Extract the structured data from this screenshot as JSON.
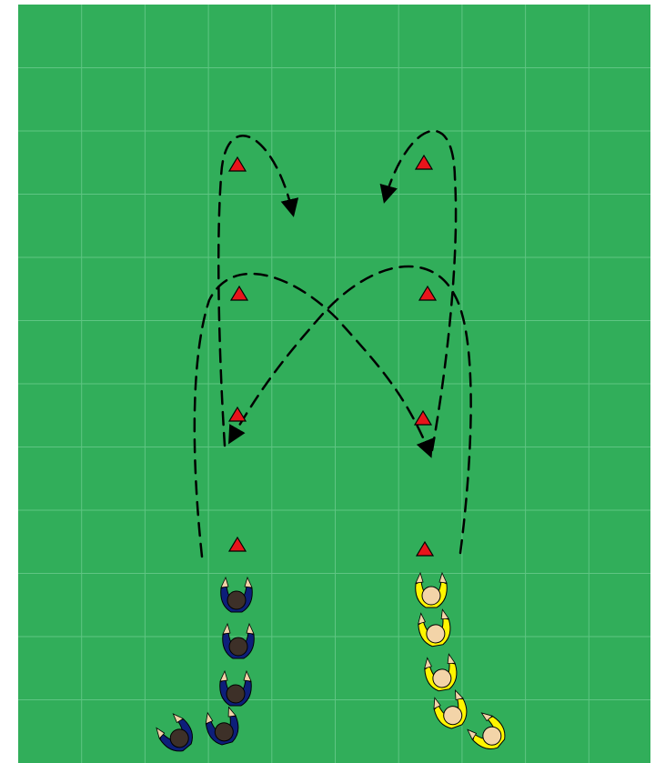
{
  "pitch": {
    "background_color": "#ffffff",
    "field_color": "#31ae5a",
    "grid_line_color": "#5fc583",
    "grid_columns": 10,
    "grid_rows": 12
  },
  "cone": {
    "fill": "#e8141b",
    "stroke": "#000000"
  },
  "path_style": {
    "stroke": "#000000",
    "dash": "dashed",
    "arrowhead": "filled-black"
  },
  "teams": {
    "blue": {
      "jersey": "#0d1f7a",
      "head": "#3d3028",
      "hands": "#f1d2a7",
      "player_count": 5
    },
    "yellow": {
      "jersey": "#fff500",
      "head": "#f3d4a8",
      "hands": "#f3d4a8",
      "player_count": 5
    }
  }
}
